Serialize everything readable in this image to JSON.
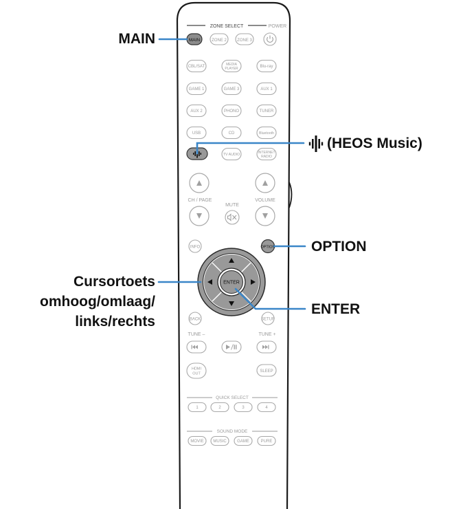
{
  "remote": {
    "zone_select_label": "ZONE SELECT",
    "power_label": "POWER",
    "zone_buttons": [
      "MAIN",
      "ZONE 2",
      "ZONE 3"
    ],
    "source_rows": [
      [
        "CBL/SAT",
        "MEDIA PLAYER",
        "Blu-ray"
      ],
      [
        "GAME 1",
        "GAME 3",
        "AUX 1"
      ],
      [
        "AUX 2",
        "PHONO",
        "TUNER"
      ],
      [
        "USB",
        "CD",
        "Bluetooth"
      ],
      [
        "",
        "TV AUDIO",
        "INTERNET RADIO"
      ]
    ],
    "ch_page_label": "CH / PAGE",
    "mute_label": "MUTE",
    "volume_label": "VOLUME",
    "info_label": "INFO",
    "option_label": "OPTION",
    "enter_label": "ENTER",
    "back_label": "BACK",
    "setup_label": "SETUP",
    "tune_minus_label": "TUNE –",
    "tune_plus_label": "TUNE +",
    "hdmi_out_label": "HDMI OUT",
    "sleep_label": "SLEEP",
    "quick_select_label": "QUICK SELECT",
    "quick_buttons": [
      "1",
      "2",
      "3",
      "4"
    ],
    "sound_mode_label": "SOUND MODE",
    "sound_buttons": [
      "MOVIE",
      "MUSIC",
      "GAME",
      "PURE"
    ]
  },
  "callouts": {
    "main": "MAIN",
    "heos": "(HEOS Music)",
    "option": "OPTION",
    "cursor_line1": "Cursortoets",
    "cursor_line2": "omhoog/omlaag/",
    "cursor_line3": "links/rechts",
    "enter": "ENTER"
  },
  "colors": {
    "accent": "#3a86c8",
    "highlight_fill": "#999999",
    "button_stroke": "#a8a8a8",
    "text_gray": "#9a9a9a"
  }
}
